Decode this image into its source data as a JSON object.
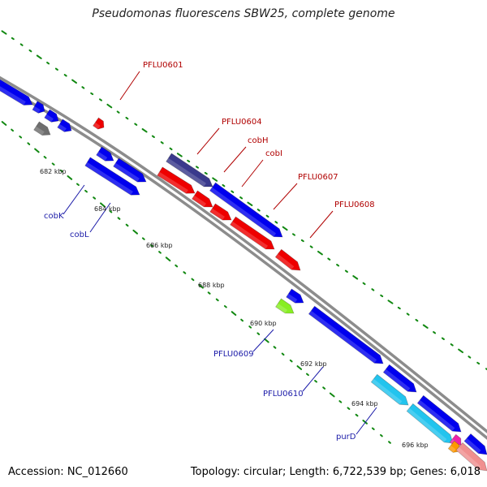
{
  "title": "Pseudomonas fluorescens SBW25, complete genome",
  "footer": {
    "accession": "Accession: NC_012660",
    "topology": "Topology: circular; Length: 6,722,539 bp; Genes: 6,018"
  },
  "ticks": [
    {
      "label": "682 kbp"
    },
    {
      "label": "684 kbp"
    },
    {
      "label": "686 kbp"
    },
    {
      "label": "688 kbp"
    },
    {
      "label": "690 kbp"
    },
    {
      "label": "692 kbp"
    },
    {
      "label": "694 kbp"
    },
    {
      "label": "696 kbp"
    }
  ],
  "gene_labels": [
    {
      "text": "PFLU0601",
      "color": "#b00000"
    },
    {
      "text": "PFLU0604",
      "color": "#b00000"
    },
    {
      "text": "cobH",
      "color": "#b00000"
    },
    {
      "text": "cobI",
      "color": "#b00000"
    },
    {
      "text": "PFLU0607",
      "color": "#b00000"
    },
    {
      "text": "PFLU0608",
      "color": "#b00000"
    },
    {
      "text": "cobK",
      "color": "#1a1aa8"
    },
    {
      "text": "cobL",
      "color": "#1a1aa8"
    },
    {
      "text": "PFLU0609",
      "color": "#1a1aa8"
    },
    {
      "text": "PFLU0610",
      "color": "#1a1aa8"
    },
    {
      "text": "purD",
      "color": "#1a1aa8"
    }
  ],
  "colors": {
    "forward_gene": "#ee0000",
    "reverse_gene": "#0000ee",
    "dark_gene": "#3a3a8c",
    "gray_gene": "#6e6e6e",
    "green_gene": "#88ee22",
    "cyan_gene": "#22c4ee",
    "pink_gene": "#f08f8f",
    "orange_gene": "#ff9900",
    "magenta_gene": "#ee22aa",
    "backbone": "#8c8c8c",
    "tick_marks": "#118811"
  }
}
